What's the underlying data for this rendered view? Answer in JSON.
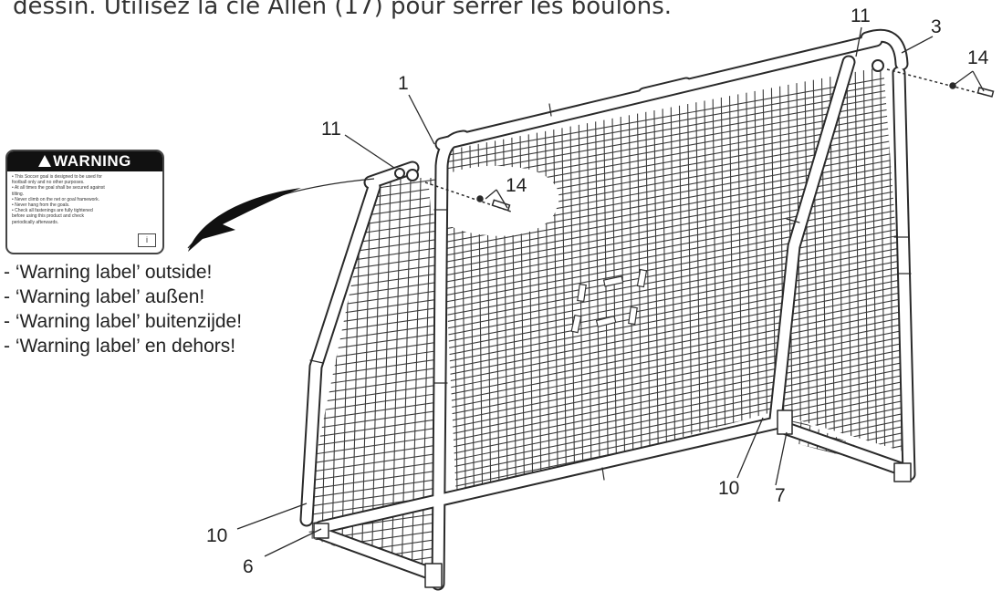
{
  "instruction": "dessin. Utilisez la clé Allen (17) pour serrer les boulons.",
  "warning_label": {
    "heading": "WARNING",
    "lines": [
      "• This Soccer goal is designed to be used for",
      "  football only and no other purposes.",
      "• At all times the goal shall be secured against",
      "  tilting.",
      "• Never climb on the net or goal framework.",
      "• Never hang from the goals.",
      "• Check all fastenings are fully tightened",
      "  before using this product and check",
      "  periodically afterwards."
    ],
    "book_symbol": "i"
  },
  "notes": [
    "- ‘Warning label’ outside!",
    "- ‘Warning label’ außen!",
    "- ‘Warning label’ buitenzijde!",
    "- ‘Warning label’ en dehors!"
  ],
  "callouts": {
    "c1": "1",
    "c3": "3",
    "c6": "6",
    "c7": "7",
    "c10_left": "10",
    "c10_right": "10",
    "c11_left": "11",
    "c11_right": "11",
    "c14_left": "14",
    "c14_right": "14"
  },
  "colors": {
    "line": "#2a2a2a",
    "net": "#3a3a3a",
    "frame_fill": "#ffffff",
    "text": "#222222"
  }
}
